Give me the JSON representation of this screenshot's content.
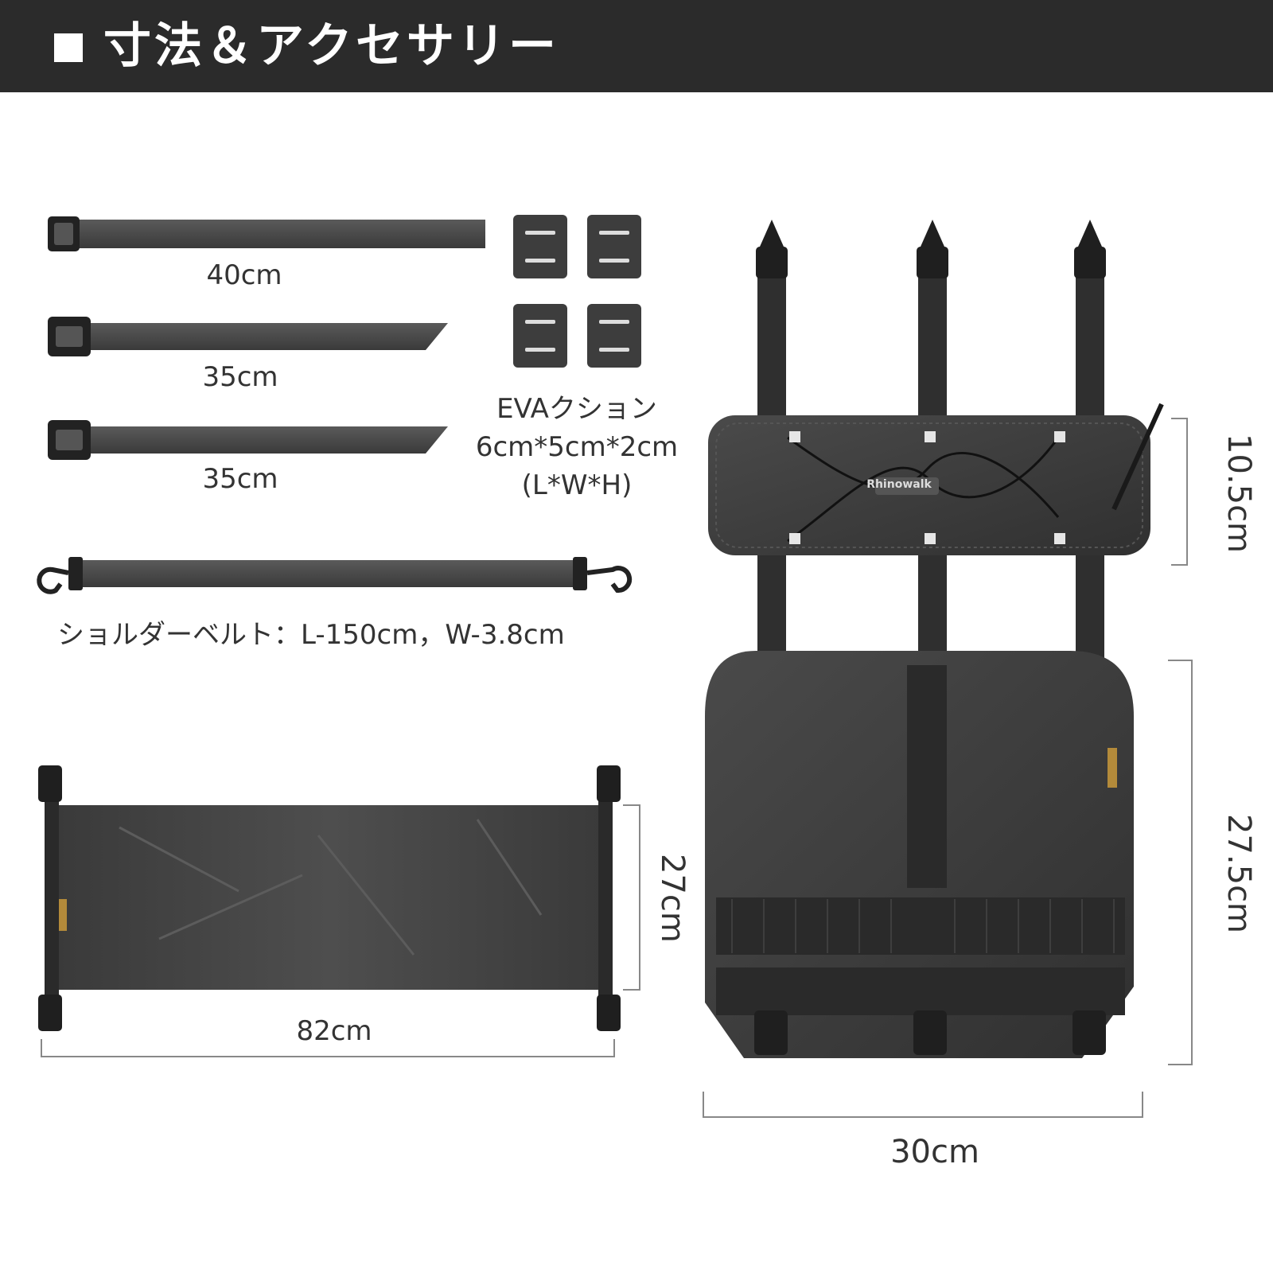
{
  "header": {
    "title": "寸法＆アクセサリー"
  },
  "straps": [
    {
      "length": "40cm"
    },
    {
      "length": "35cm"
    },
    {
      "length": "35cm"
    }
  ],
  "eva": {
    "name": "EVAクション",
    "size": "6cm*5cm*2cm",
    "dims": "(L*W*H)"
  },
  "shoulder_belt": {
    "label": "ショルダーベルト：L-150cm，W-3.8cm"
  },
  "dry_bag": {
    "height": "27cm",
    "width": "82cm"
  },
  "panel": {
    "top_height": "10.5cm",
    "bottom_height": "27.5cm",
    "width": "30cm",
    "brand": "Rhinowalk"
  },
  "colors": {
    "header_bg": "#2b2b2b",
    "strap": "#4a4a4a",
    "panel": "#3f3f3f",
    "dim_line": "#888888"
  }
}
